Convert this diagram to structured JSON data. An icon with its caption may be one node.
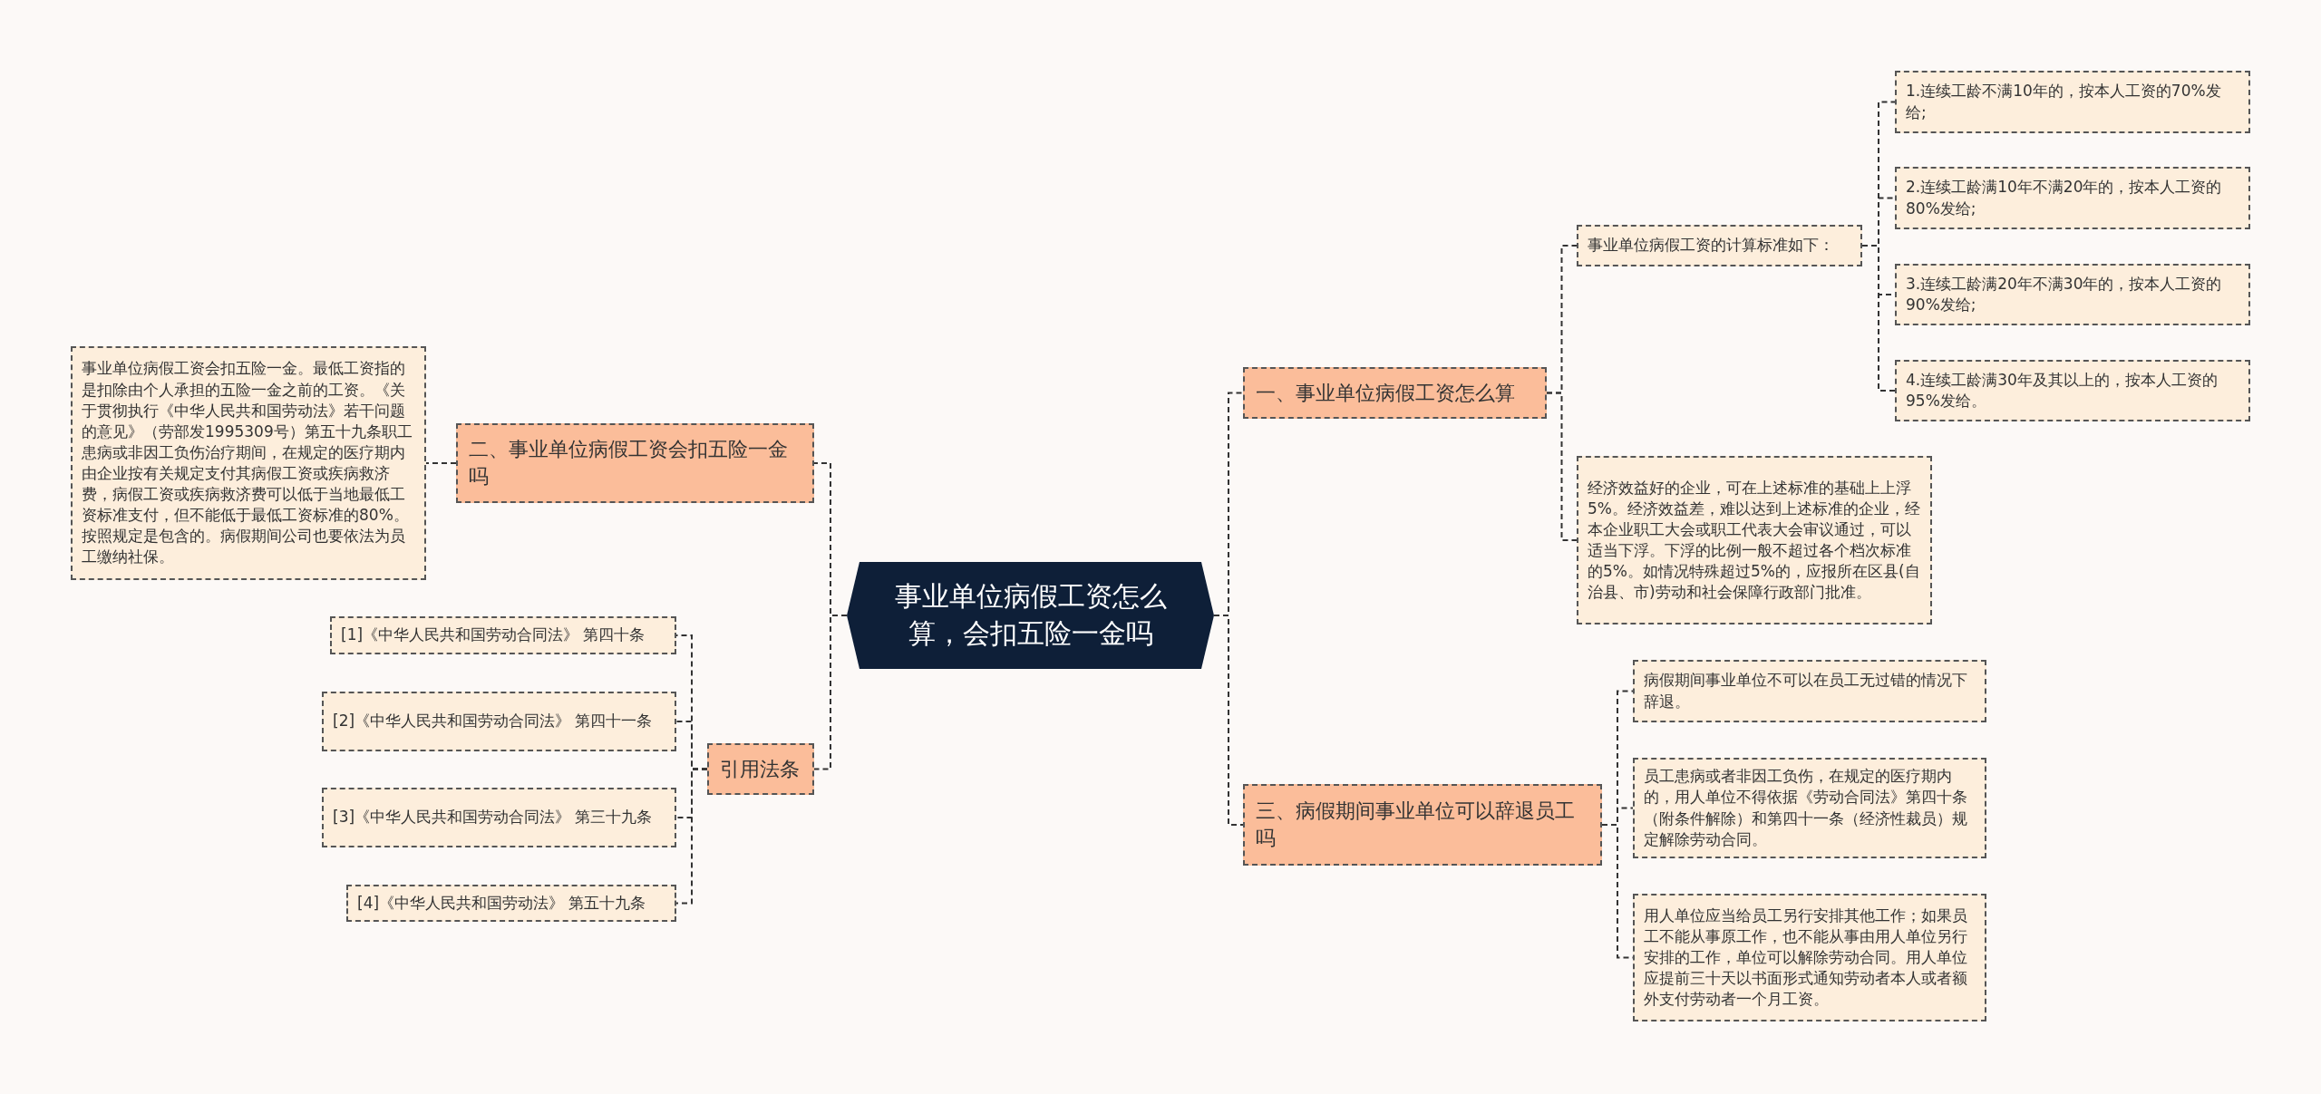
{
  "diagram": {
    "nodes": [
      {
        "text": [
          "事业单位病假工资怎么算，会扣五险一金吗"
        ]
      },
      {
        "text": [
          "二、事业单位病假工资会扣五险一金吗"
        ]
      },
      {
        "text": [
          "事业单位病假工资会扣五险一金。最低工资指的是扣除由个人承担的五险一金之前的工资。《关于贯彻执行《中华人民共和国劳动法》若干问题的意见》（劳部发1995309号）第五十九条职工患病或非因工负伤治疗期间，在规定的医疗期内由企业按有关规定支付其病假工资或疾病救济费，病假工资或疾病救济费可以低于当地最低工资标准支付，但不能低于最低工资标准的80%。按照规定是包含的。病假期间公司也要依法为员工缴纳社保。"
        ]
      },
      {
        "text": [
          "引用法条"
        ]
      },
      {
        "text": [
          "[1]《中华人民共和国劳动合同法》 第四十条"
        ]
      },
      {
        "text": [
          "[2]《中华人民共和国劳动合同法》 第四十一条"
        ]
      },
      {
        "text": [
          "[3]《中华人民共和国劳动合同法》 第三十九条"
        ]
      },
      {
        "text": [
          "[4]《中华人民共和国劳动法》 第五十九条"
        ]
      },
      {
        "text": [
          "一、事业单位病假工资怎么算"
        ]
      },
      {
        "text": [
          "事业单位病假工资的计算标准如下："
        ]
      },
      {
        "text": [
          "1.连续工龄不满10年的，按本人工资的70%发给;"
        ]
      },
      {
        "text": [
          "2.连续工龄满10年不满20年的，按本人工资的80%发给;"
        ]
      },
      {
        "text": [
          "3.连续工龄满20年不满30年的，按本人工资的90%发给;"
        ]
      },
      {
        "text": [
          "4.连续工龄满30年及其以上的，按本人工资的95%发给。"
        ]
      },
      {
        "text": [
          "经济效益好的企业，可在上述标准的基础上上浮5%。经济效益差，难以达到上述标准的企业，经本企业职工大会或职工代表大会审议通过，可以适当下浮。下浮的比例一般不超过各个档次标准的5%。如情况特殊超过5%的，应报所在区县(自治县、市)劳动和社会保障行政部门批准。"
        ]
      },
      {
        "text": [
          "三、病假期间事业单位可以辞退员工吗"
        ]
      },
      {
        "text": [
          "病假期间事业单位不可以在员工无过错的情况下辞退。"
        ]
      },
      {
        "text": [
          "员工患病或者非因工负伤，在规定的医疗期内的，用人单位不得依据《劳动合同法》第四十条（附条件解除）和第四十一条（经济性裁员）规定解除劳动合同。"
        ]
      },
      {
        "text": [
          "用人单位应当给员工另行安排其他工作；如果员工不能从事原工作，也不能从事由用人单位另行安排的工作，单位可以解除劳动合同。用人单位应提前三十天以书面形式通知劳动者本人或者额外支付劳动者一个月工资。"
        ]
      }
    ],
    "edges": [
      {
        "from": 0,
        "to": 1,
        "arrow": "none"
      },
      {
        "from": 1,
        "to": 2,
        "arrow": "none"
      },
      {
        "from": 0,
        "to": 3,
        "arrow": "none"
      },
      {
        "from": 3,
        "to": 4,
        "arrow": "none"
      },
      {
        "from": 3,
        "to": 5,
        "arrow": "none"
      },
      {
        "from": 3,
        "to": 6,
        "arrow": "none"
      },
      {
        "from": 3,
        "to": 7,
        "arrow": "none"
      },
      {
        "from": 0,
        "to": 8,
        "arrow": "none"
      },
      {
        "from": 8,
        "to": 9,
        "arrow": "none"
      },
      {
        "from": 9,
        "to": 10,
        "arrow": "none"
      },
      {
        "from": 9,
        "to": 11,
        "arrow": "none"
      },
      {
        "from": 9,
        "to": 12,
        "arrow": "none"
      },
      {
        "from": 9,
        "to": 13,
        "arrow": "none"
      },
      {
        "from": 8,
        "to": 14,
        "arrow": "none"
      },
      {
        "from": 0,
        "to": 15,
        "arrow": "none"
      },
      {
        "from": 15,
        "to": 16,
        "arrow": "none"
      },
      {
        "from": 15,
        "to": 17,
        "arrow": "none"
      },
      {
        "from": 15,
        "to": 18,
        "arrow": "none"
      }
    ]
  }
}
